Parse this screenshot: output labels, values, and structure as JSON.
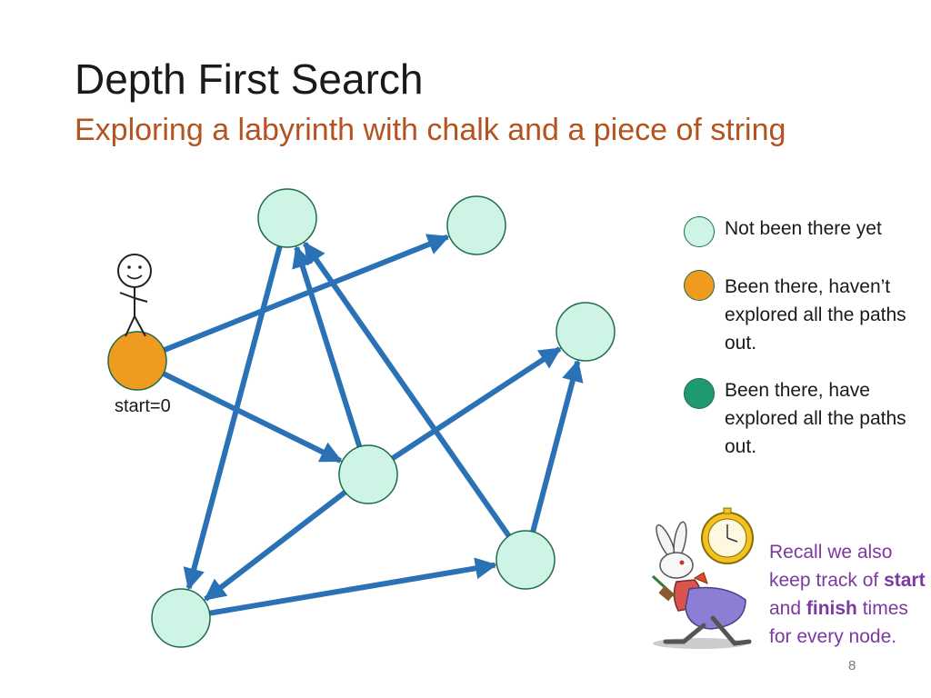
{
  "slide": {
    "title": "Depth First Search",
    "subtitle": "Exploring a labyrinth with chalk and a piece of string",
    "page_number": "8"
  },
  "colors": {
    "subtitle": "#b45320",
    "edge": "#2a72b5",
    "unvisited": "#cdf4e4",
    "in_progress": "#ef9b1f",
    "done": "#1f9a6e",
    "node_border": "#1e6b4a",
    "recall_text": "#7a3aa0"
  },
  "graph": {
    "start_label": "start=0",
    "nodes": [
      {
        "id": "n0",
        "state": "in_progress"
      },
      {
        "id": "n1",
        "state": "unvisited"
      },
      {
        "id": "n2",
        "state": "unvisited"
      },
      {
        "id": "n3",
        "state": "unvisited"
      },
      {
        "id": "n4",
        "state": "unvisited"
      },
      {
        "id": "n5",
        "state": "unvisited"
      },
      {
        "id": "n6",
        "state": "unvisited"
      }
    ],
    "edges": [
      {
        "from": "n0",
        "to": "n2"
      },
      {
        "from": "n0",
        "to": "n4"
      },
      {
        "from": "n4",
        "to": "n1"
      },
      {
        "from": "n4",
        "to": "n3"
      },
      {
        "from": "n4",
        "to": "n6"
      },
      {
        "from": "n1",
        "to": "n6"
      },
      {
        "from": "n5",
        "to": "n1"
      },
      {
        "from": "n6",
        "to": "n5"
      },
      {
        "from": "n5",
        "to": "n3"
      }
    ]
  },
  "legend": {
    "items": [
      {
        "state": "unvisited",
        "text": "Not been there yet"
      },
      {
        "state": "in_progress",
        "text": "Been there, haven’t explored all the paths out."
      },
      {
        "state": "done",
        "text": "Been there, have explored all the paths out."
      }
    ]
  },
  "recall": {
    "part1": "Recall we also keep track of ",
    "start": "start",
    "part2": " and ",
    "finish": "finish",
    "part3": " times for every node."
  },
  "icons": [
    "stick-figure-icon",
    "white-rabbit-icon"
  ]
}
